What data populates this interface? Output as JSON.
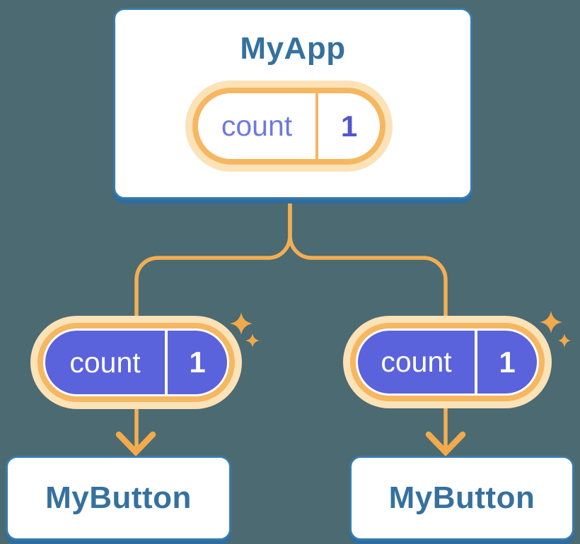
{
  "diagram": {
    "root": {
      "title": "MyApp",
      "state": {
        "name": "count",
        "value": "1"
      }
    },
    "children": [
      {
        "title": "MyButton",
        "state": {
          "name": "count",
          "value": "1"
        }
      },
      {
        "title": "MyButton",
        "state": {
          "name": "count",
          "value": "1"
        }
      }
    ]
  },
  "icons": {
    "sparkle_icon": "four-point-star",
    "arrow_icon": "chevron-down-arrow"
  },
  "colors": {
    "background": "#4C6A72",
    "card_background": "#FFFFFF",
    "card_border": "#3B7BA7",
    "card_shadow": "#2D6DA1",
    "heading_text": "#35719F",
    "pill_ring_outer": "#FBE2B7",
    "pill_ring_inner": "#F5B761",
    "connector": "#F3AE53",
    "sparkle": "#F2A94A",
    "state_fill": "#5A63DB",
    "state_name_text": "#6F78DE",
    "state_value_text": "#5157CE",
    "state_text_on_fill": "#FFFFFF"
  }
}
